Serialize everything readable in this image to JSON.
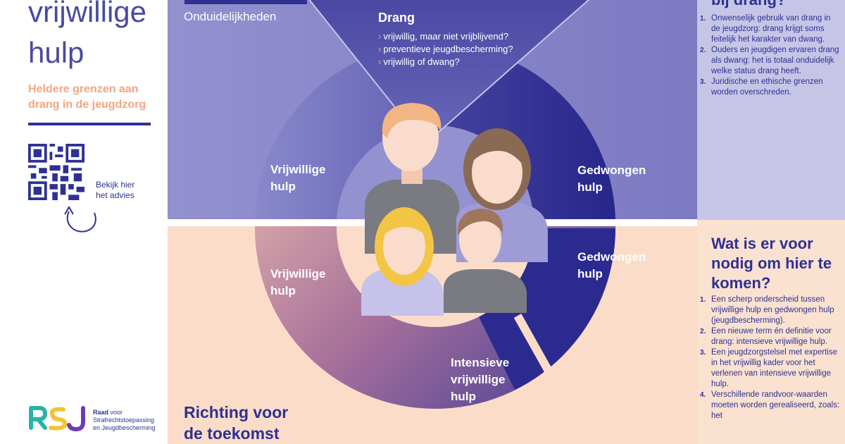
{
  "left": {
    "title_line1": "vrijwillige",
    "title_line2": "hulp",
    "subtitle": "Heldere grenzen aan drang in de jeugdzorg",
    "qr_caption_line1": "Bekijk hier",
    "qr_caption_line2": "het advies",
    "logo_text_bold": "Raad",
    "logo_text_line1": " voor",
    "logo_text_line2": "Strafrechtstoepassing",
    "logo_text_line3": "en Jeugdbescherming"
  },
  "diagram": {
    "top_left_label": "Onduidelijkheden",
    "drang_title": "Drang",
    "drang_items": [
      "vrijwillig, maar niet vrijblijvend?",
      "preventieve jeugdbescherming?",
      "vrijwillig of dwang?"
    ],
    "top_vrijwillige": [
      "Vrijwillige",
      "hulp"
    ],
    "top_gedwongen": [
      "Gedwongen",
      "hulp"
    ],
    "bottom_vrijwillige": [
      "Vrijwillige",
      "hulp"
    ],
    "bottom_gedwongen": [
      "Gedwongen",
      "hulp"
    ],
    "intensieve": [
      "Intensieve",
      "vrijwillige",
      "hulp"
    ],
    "bottom_title": [
      "Richting voor",
      "de toekomst"
    ]
  },
  "right_top": {
    "heading": "bij drang?",
    "items": [
      {
        "num": "1.",
        "text": "Onwenselijk gebruik van drang in de jeugdzorg: drang krijgt soms feitelijk het karakter van dwang."
      },
      {
        "num": "2.",
        "text": "Ouders en jeugdigen ervaren drang als dwang: het is totaal onduidelijk welke status drang heeft."
      },
      {
        "num": "3.",
        "text": "Juridische en ethische grenzen worden overschreden."
      }
    ]
  },
  "right_bottom": {
    "heading": "Wat is er voor nodig om hier te komen?",
    "items": [
      {
        "num": "1.",
        "text": "Een scherp onderscheid tussen vrijwillige hulp en gedwongen hulp (jeugdbescherming)."
      },
      {
        "num": "2.",
        "text": "Een nieuwe term én definitie voor drang: intensieve vrijwillige hulp."
      },
      {
        "num": "3.",
        "text": "Een jeugdzorgstelsel met expertise in het vrijwillig kader voor het verlenen van intensieve vrijwillige hulp."
      },
      {
        "num": "4.",
        "text": "Verschillende randvoor-waarden moeten worden gerealiseerd, zoals: het"
      }
    ]
  },
  "colors": {
    "brand_navy": "#2e3192",
    "accent_peach": "#f2a57e",
    "top_panel": "#8e8cc9",
    "bottom_panel": "#fbd9c4",
    "ring_dark": "#3b3a96"
  },
  "icons": {
    "qr": "qr-code-icon",
    "arrow": "curl-arrow-icon",
    "family": "family-illustration"
  }
}
